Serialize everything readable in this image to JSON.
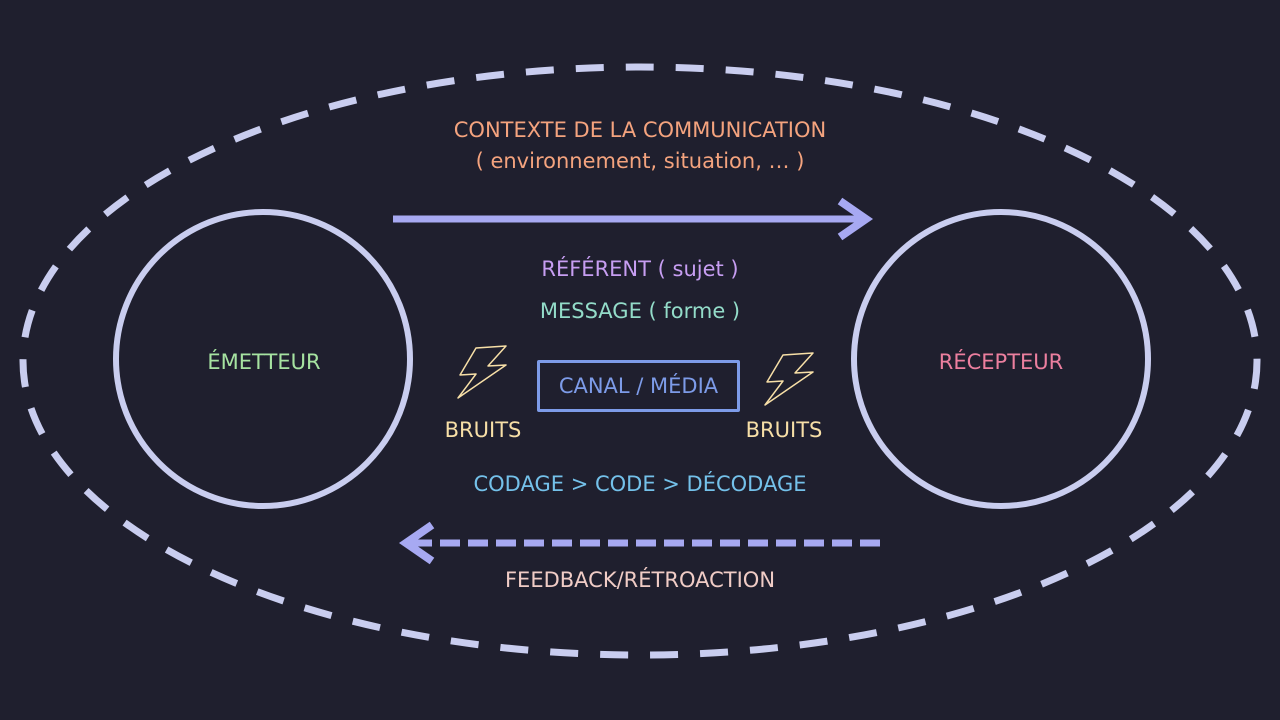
{
  "colors": {
    "background": "#1f1f2e",
    "outline": "#c9cdef",
    "arrow": "#a7a9f2",
    "context": "#f4a37e",
    "referent": "#c79ef2",
    "message": "#93dcc9",
    "emetteur": "#a6e3a1",
    "recepteur": "#ec7f9f",
    "canal": "#7d9be8",
    "bruits": "#f7dfa7",
    "codage": "#74c1ea",
    "feedback": "#f0ccc6"
  },
  "context": {
    "title": "CONTEXTE DE LA COMMUNICATION",
    "subtitle": "( environnement, situation, … )"
  },
  "referent": "RÉFÉRENT ( sujet )",
  "message": "MESSAGE ( forme )",
  "emetteur": "ÉMETTEUR",
  "recepteur": "RÉCEPTEUR",
  "canal": "CANAL / MÉDIA",
  "bruits_left": "BRUITS",
  "bruits_right": "BRUITS",
  "codage": "CODAGE > CODE > DÉCODAGE",
  "feedback": "FEEDBACK/RÉTROACTION",
  "icons": {
    "noise_left": "lightning-bolt-icon",
    "noise_right": "lightning-bolt-icon",
    "forward": "arrow-right-icon",
    "feedback": "dashed-arrow-left-icon"
  }
}
